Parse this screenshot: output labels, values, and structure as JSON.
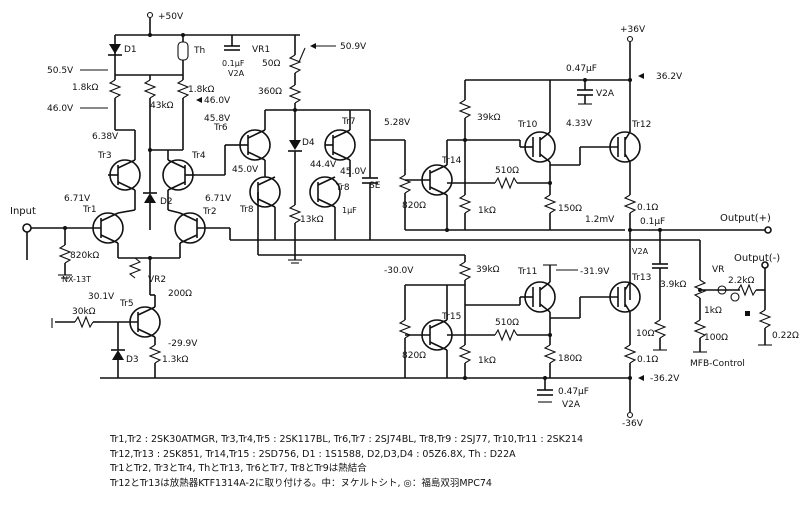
{
  "rails": {
    "top": "+50V",
    "pos": "+36V",
    "neg": "-36V",
    "pos_sense": "36.2V",
    "neg_sense": "-36.2V"
  },
  "io": {
    "input": "Input",
    "out_pos": "Output(+)",
    "out_neg": "Output(-)",
    "mfb": "MFB-Control"
  },
  "devices": {
    "tr1": "Tr1",
    "tr2": "Tr2",
    "tr3": "Tr3",
    "tr4": "Tr4",
    "tr5": "Tr5",
    "tr6": "Tr6",
    "tr7": "Tr7",
    "tr8": "Tr8",
    "tr10": "Tr10",
    "tr11": "Tr11",
    "tr12": "Tr12",
    "tr13": "Tr13",
    "tr14": "Tr14",
    "tr15": "Tr15",
    "d1": "D1",
    "d2": "D2",
    "d3": "D3",
    "d4": "D4",
    "th": "Th",
    "vr1": "VR1",
    "vr2": "VR2",
    "vr": "VR",
    "se": "SE",
    "nx": "NX-13T"
  },
  "values": {
    "v505": "50.5V",
    "v460": "46.0V",
    "v460b": "46.0V",
    "v509": "50.9V",
    "v638": "6.38V",
    "v458": "45.8V",
    "v450": "45.0V",
    "v450b": "45.0V",
    "v444": "44.4V",
    "v671": "6.71V",
    "v671b": "6.71V",
    "v528": "5.28V",
    "v433": "4.33V",
    "v12mv": "1.2mV",
    "v301": "30.1V",
    "v300": "-30.0V",
    "v319": "-31.9V",
    "v299": "-29.9V",
    "r1k8a": "1.8kΩ",
    "r1k8b": "1.8kΩ",
    "r43k": "43kΩ",
    "r50": "50Ω",
    "r360": "360Ω",
    "r39ka": "39kΩ",
    "r39kb": "39kΩ",
    "r510a": "510Ω",
    "r510b": "510Ω",
    "r820a": "820Ω",
    "r820b": "820Ω",
    "r1ka": "1kΩ",
    "r1kb": "1kΩ",
    "r150": "150Ω",
    "r180": "180Ω",
    "r13k": "13kΩ",
    "r820k": "820kΩ",
    "r200": "200Ω",
    "r30k": "30kΩ",
    "r13kb": "1.3kΩ",
    "r01a": "0.1Ω",
    "r01b": "0.1Ω",
    "r39k2": "3.9kΩ",
    "r10": "10Ω",
    "r100": "100Ω",
    "r1kc": "1kΩ",
    "r22k": "2.2kΩ",
    "r022": "0.22Ω",
    "c01a": "0.1μF",
    "c047a": "0.47μF",
    "c047b": "0.47μF",
    "c01b": "0.1μF",
    "v2a": "V2A",
    "v2ab": "V2A",
    "v2ac": "V2A",
    "v2ad": "V2A",
    "c1uf": "1μF"
  },
  "notes": {
    "line1": "Tr1,Tr2 : 2SK30ATMGR, Tr3,Tr4,Tr5 : 2SK117BL, Tr6,Tr7 : 2SJ74BL, Tr8,Tr9 : 2SJ77, Tr10,Tr11 : 2SK214",
    "line2": "Tr12,Tr13 : 2SK851, Tr14,Tr15 : 2SD756, D1 : 1S1588, D2,D3,D4 : 05Z6.8X, Th : D22A",
    "line3": "Tr1とTr2, Tr3とTr4, ThとTr13, Tr6とTr7, Tr8とTr9は熱結合",
    "line4": "Tr12とTr13は放熱器KTF1314A-2に取り付ける。中：ヌケルトシト, ◎：福島双羽MPC74"
  }
}
